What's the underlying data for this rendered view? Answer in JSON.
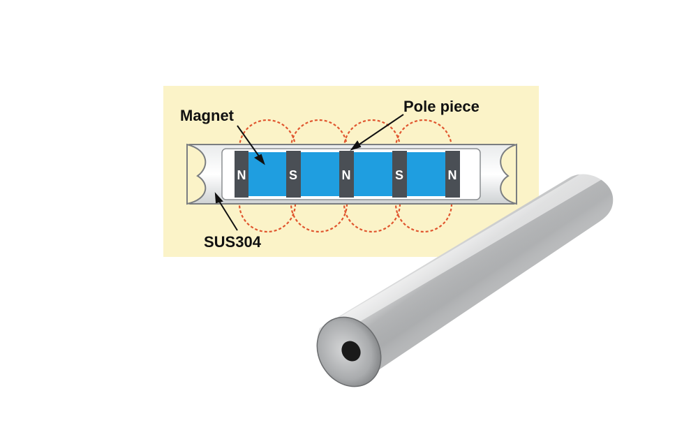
{
  "diagram": {
    "labels": {
      "magnet": "Magnet",
      "pole_piece": "Pole piece",
      "tube_material": "SUS304"
    },
    "poles": [
      "N",
      "S",
      "N",
      "S",
      "N"
    ],
    "colors": {
      "panel_background": "#fbf3c8",
      "magnet_blue": "#1f9ee0",
      "pole_piece_gray": "#4a4f55",
      "field_line_red": "#e0552e",
      "tube_silver": "#c9cccf"
    }
  },
  "photo": {
    "subject_icon": "magnetic-rod-photo"
  }
}
